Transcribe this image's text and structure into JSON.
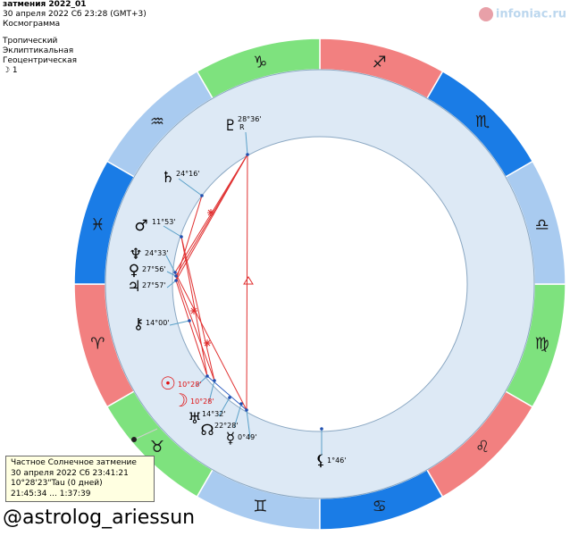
{
  "header": {
    "title": "затмения 2022_01",
    "datetime": "30 апреля 2022  Сб  23:28 (GMT+3)",
    "chart_kind": "Космограмма",
    "zodiac": "Тропический",
    "coords": "Эклиптикальная",
    "center": "Геоцентрическая",
    "page_indicator": "☽ 1"
  },
  "brand": {
    "text": "infoniac.ru"
  },
  "signs": [
    {
      "name": "Aries",
      "glyph": "♈",
      "color": "#f28080"
    },
    {
      "name": "Taurus",
      "glyph": "♉",
      "color": "#7ee27e"
    },
    {
      "name": "Gemini",
      "glyph": "♊",
      "color": "#a9cbf0"
    },
    {
      "name": "Cancer",
      "glyph": "♋",
      "color": "#1a7ce6"
    },
    {
      "name": "Leo",
      "glyph": "♌",
      "color": "#f28080"
    },
    {
      "name": "Virgo",
      "glyph": "♍",
      "color": "#7ee27e"
    },
    {
      "name": "Libra",
      "glyph": "♎",
      "color": "#a9cbf0"
    },
    {
      "name": "Scorpio",
      "glyph": "♏",
      "color": "#1a7ce6"
    },
    {
      "name": "Sagittarius",
      "glyph": "♐",
      "color": "#f28080"
    },
    {
      "name": "Capricorn",
      "glyph": "♑",
      "color": "#7ee27e"
    },
    {
      "name": "Aquarius",
      "glyph": "♒",
      "color": "#a9cbf0"
    },
    {
      "name": "Pisces",
      "glyph": "♓",
      "color": "#1a7ce6"
    }
  ],
  "planets": [
    {
      "id": "pluto",
      "glyph": "♇",
      "label": "28°36'",
      "retro": "R",
      "color": "#000000"
    },
    {
      "id": "saturn",
      "glyph": "♄",
      "label": "24°16'",
      "retro": "",
      "color": "#000000"
    },
    {
      "id": "mars",
      "glyph": "♂",
      "label": "11°53'",
      "retro": "",
      "color": "#000000"
    },
    {
      "id": "neptune",
      "glyph": "♆",
      "label": "24°33'",
      "retro": "",
      "color": "#000000"
    },
    {
      "id": "venus",
      "glyph": "♀",
      "label": "27°56'",
      "retro": "",
      "color": "#000000"
    },
    {
      "id": "jupiter",
      "glyph": "♃",
      "label": "27°57'",
      "retro": "",
      "color": "#000000"
    },
    {
      "id": "chiron",
      "glyph": "⚷",
      "label": "14°00'",
      "retro": "",
      "color": "#000000"
    },
    {
      "id": "sun",
      "glyph": "☉",
      "label": "10°28'",
      "retro": "",
      "color": "#e01010"
    },
    {
      "id": "moon",
      "glyph": "☽",
      "label": "10°28'",
      "retro": "",
      "color": "#e01010"
    },
    {
      "id": "uranus",
      "glyph": "♅",
      "label": "14°32'",
      "retro": "",
      "color": "#000000"
    },
    {
      "id": "node",
      "glyph": "☊",
      "label": "22°28'",
      "retro": "",
      "color": "#000000"
    },
    {
      "id": "mercury",
      "glyph": "☿",
      "label": "0°49'",
      "retro": "",
      "color": "#000000"
    },
    {
      "id": "lilith",
      "glyph": "⚸",
      "label": "1°46'",
      "retro": "",
      "color": "#000000"
    }
  ],
  "tooltip": {
    "line1": "Частное Солнечное затмение",
    "line2": "30 апреля 2022 Сб 23:41:21",
    "line3": "10°28'23\"Tau (0 дней)",
    "line4": "21:45:34 ... 1:37:39"
  },
  "footer": {
    "handle": "@astrolog_ariessun"
  }
}
